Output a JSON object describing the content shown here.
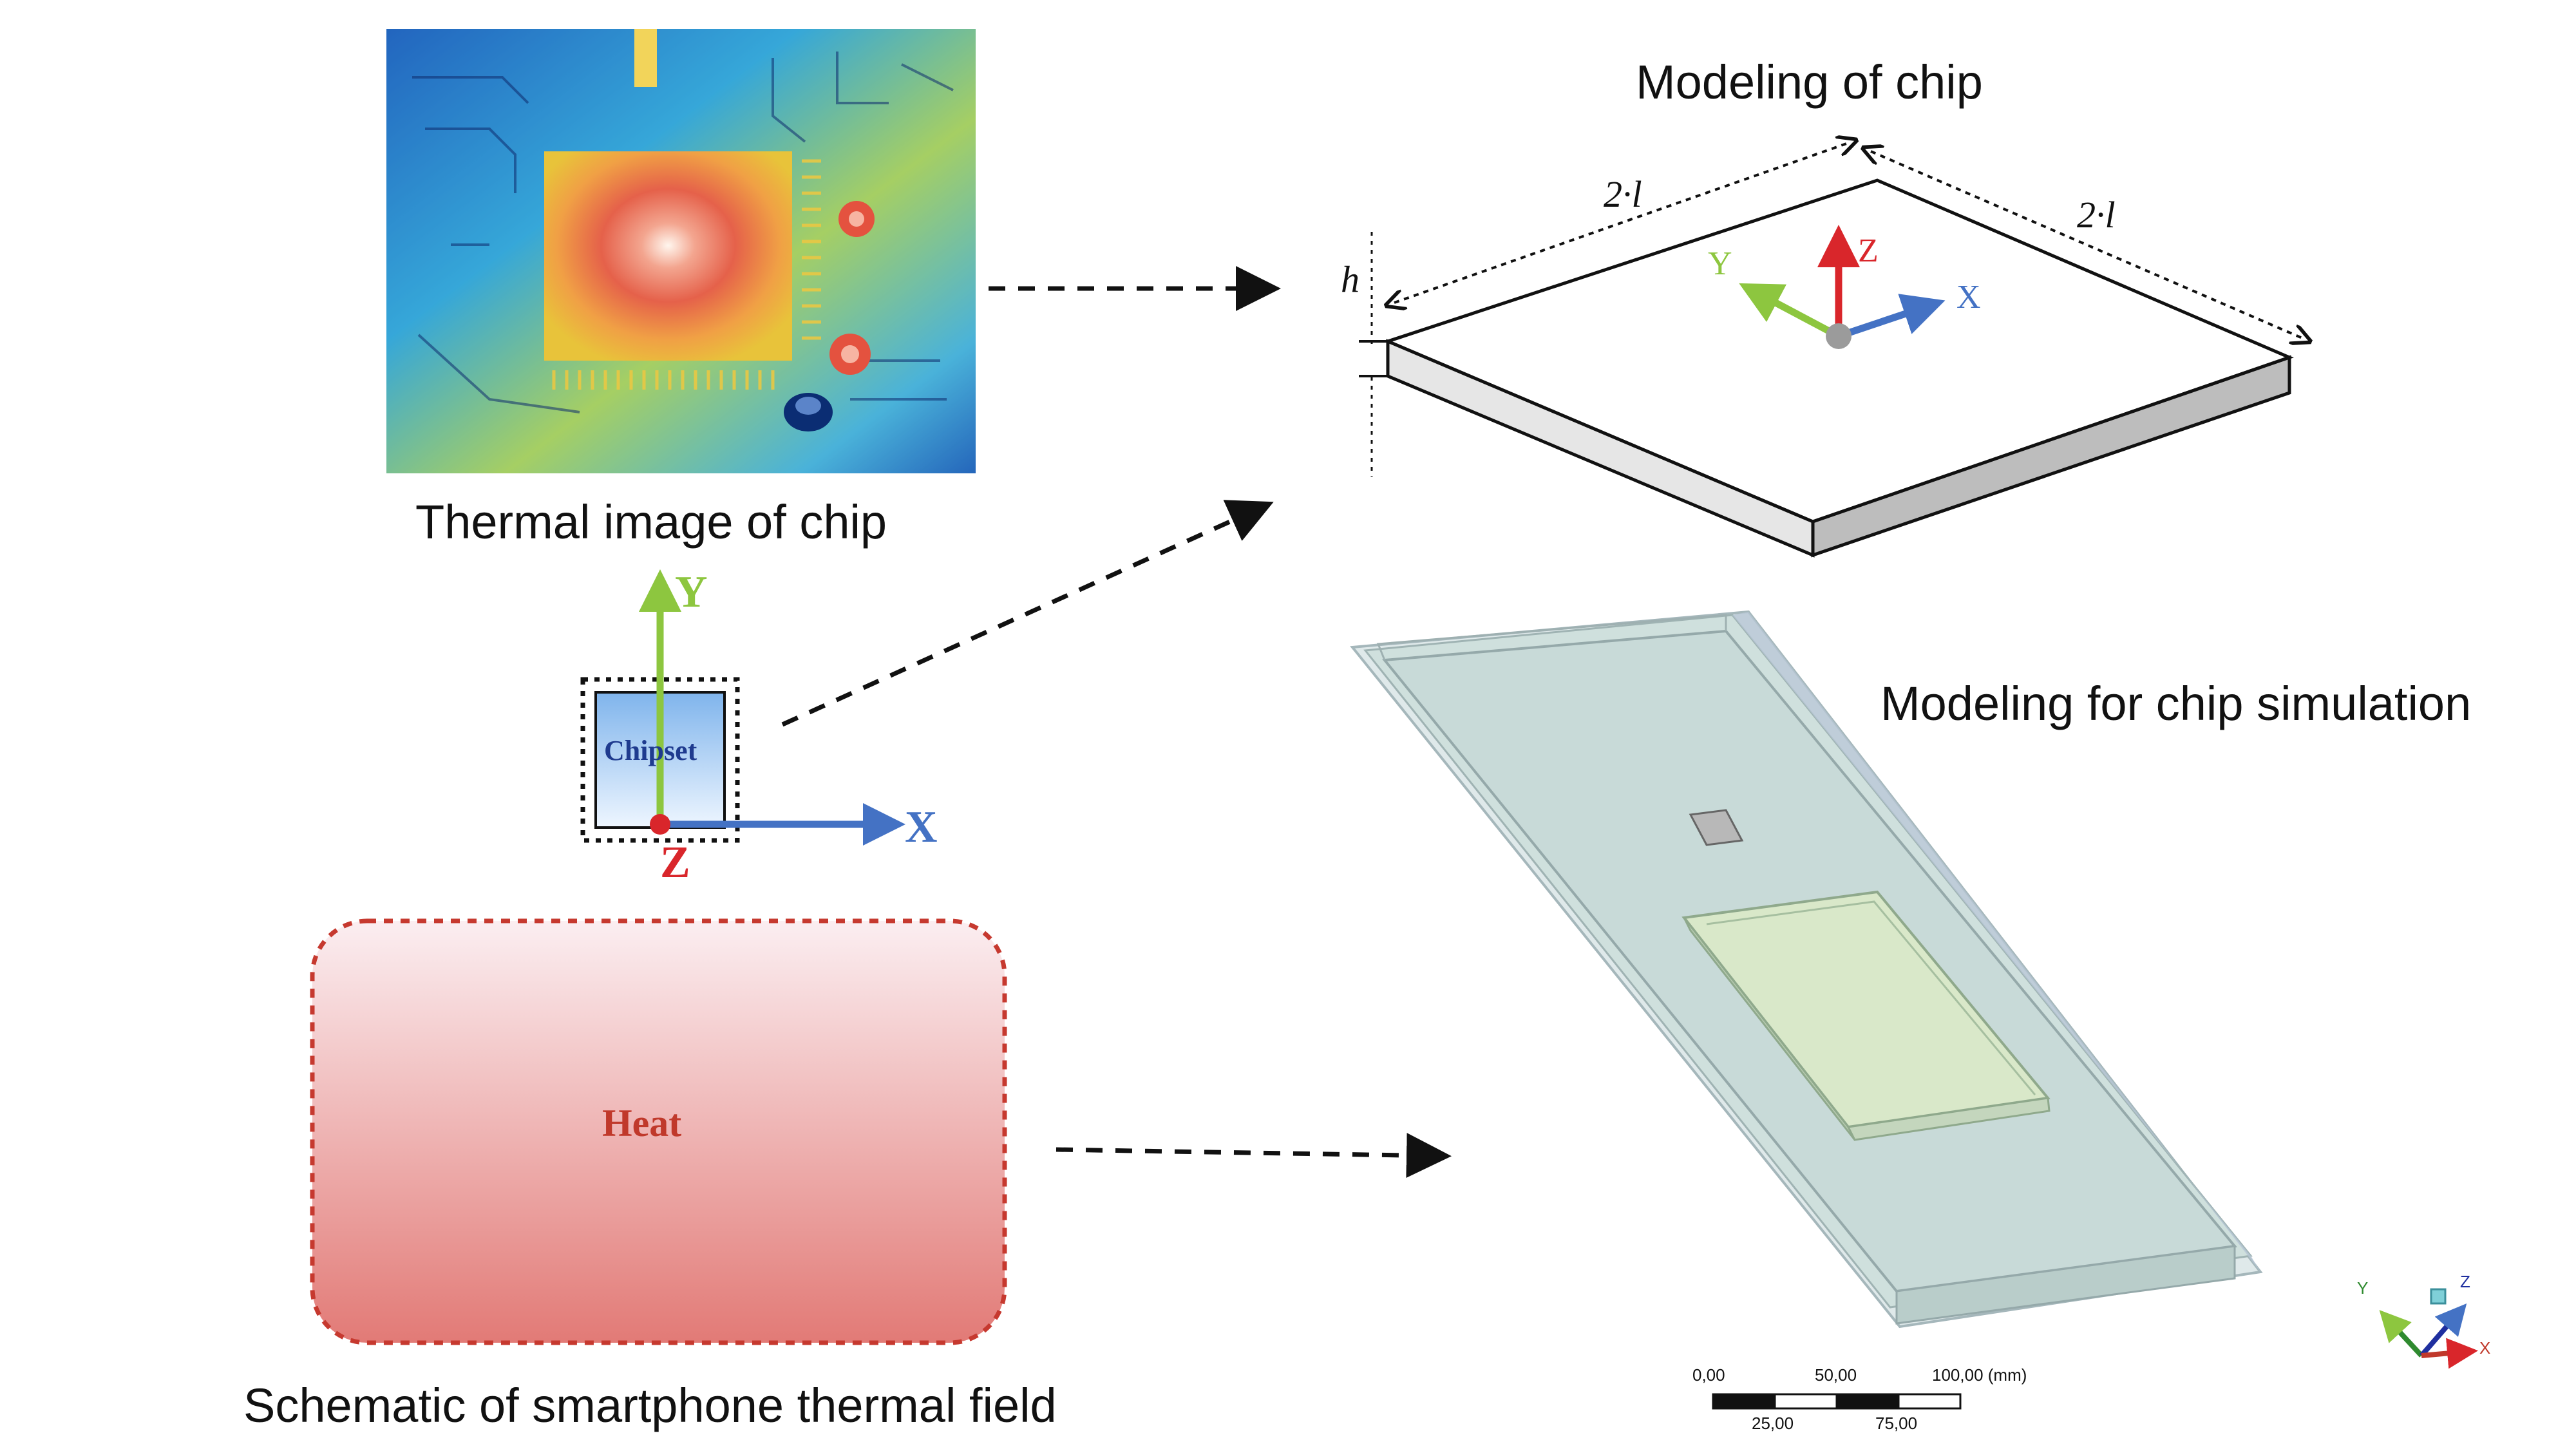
{
  "captions": {
    "thermal_image": "Thermal image of chip",
    "modeling_chip": "Modeling of chip",
    "modeling_sim": "Modeling for chip simulation",
    "schematic": "Schematic of smartphone thermal field"
  },
  "chip_model": {
    "dim_left": "2·l",
    "dim_right": "2·l",
    "dim_height": "h",
    "axis_x": "X",
    "axis_y": "Y",
    "axis_z": "Z"
  },
  "chipset": {
    "label": "Chipset",
    "axis_x": "X",
    "axis_y": "Y",
    "axis_z": "Z"
  },
  "heat": {
    "label": "Heat"
  },
  "scale_bar": {
    "top_ticks": [
      "0,00",
      "50,00",
      "100,00 (mm)"
    ],
    "bottom_ticks": [
      "25,00",
      "75,00"
    ]
  },
  "triad": {
    "x": "X",
    "y": "Y",
    "z": "Z"
  },
  "colors": {
    "axis_x": "#4472c4",
    "axis_y": "#8dc63f",
    "axis_z": "#d9262b",
    "heat_text": "#c0392b",
    "chipset_text": "#1f3b8f"
  }
}
